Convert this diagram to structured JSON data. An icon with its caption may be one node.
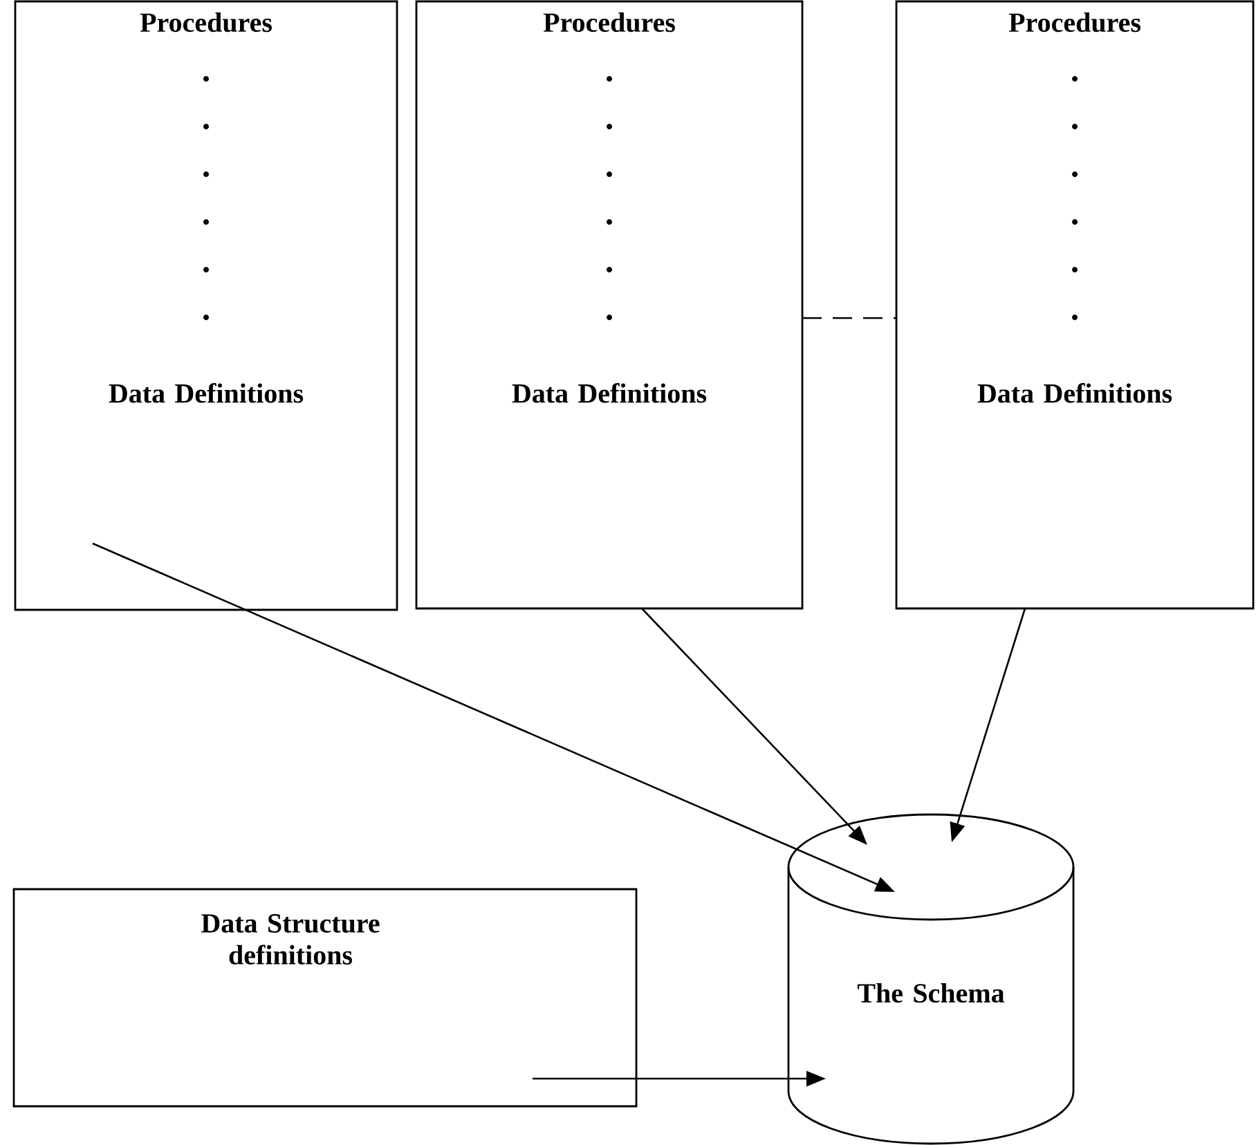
{
  "diagram": {
    "nodes": [
      {
        "text": [
          "Procedures",
          "Data Definitions"
        ]
      },
      {
        "text": [
          "Procedures",
          "Data Definitions"
        ]
      },
      {
        "text": [
          "Procedures",
          "Data Definitions"
        ]
      },
      {
        "text": [
          "Data Structure definitions"
        ]
      },
      {
        "text": [
          "The Schema"
        ]
      }
    ],
    "edges": [
      {
        "from": 0,
        "to": 4,
        "arrow": "to"
      },
      {
        "from": 1,
        "to": 4,
        "arrow": "to"
      },
      {
        "from": 2,
        "to": 4,
        "arrow": "to"
      },
      {
        "from": 3,
        "to": 4,
        "arrow": "to"
      },
      {
        "from": 1,
        "to": 2,
        "arrow": "none",
        "style": "dashed"
      }
    ]
  }
}
